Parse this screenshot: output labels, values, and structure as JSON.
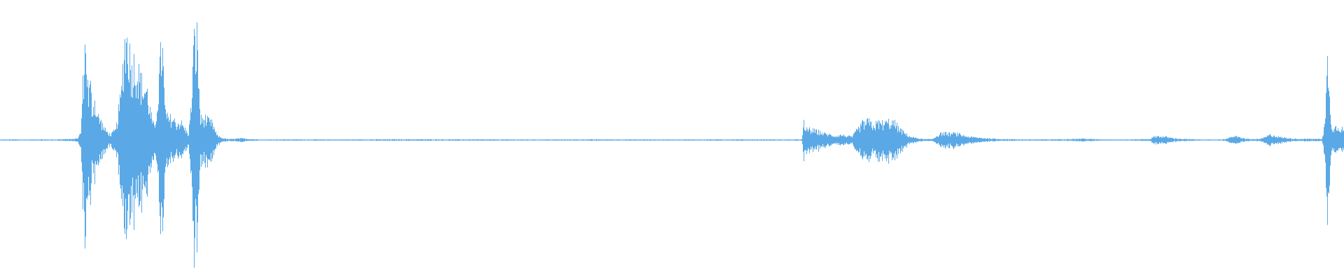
{
  "waveform": {
    "color": "#5aa9e6",
    "background": "#ffffff",
    "peaks": [
      [
        0.0,
        0.004
      ],
      [
        0.01,
        0.006
      ],
      [
        0.02,
        0.004
      ],
      [
        0.03,
        0.006
      ],
      [
        0.04,
        0.005
      ],
      [
        0.05,
        0.01
      ],
      [
        0.054,
        0.008
      ],
      [
        0.056,
        0.014
      ],
      [
        0.058,
        0.02
      ],
      [
        0.06,
        0.08
      ],
      [
        0.0625,
        0.84
      ],
      [
        0.064,
        0.95
      ],
      [
        0.0655,
        0.4
      ],
      [
        0.067,
        0.55
      ],
      [
        0.0685,
        0.3
      ],
      [
        0.07,
        0.42
      ],
      [
        0.072,
        0.25
      ],
      [
        0.075,
        0.18
      ],
      [
        0.078,
        0.1
      ],
      [
        0.082,
        0.05
      ],
      [
        0.086,
        0.1
      ],
      [
        0.09,
        0.45
      ],
      [
        0.0925,
        0.98
      ],
      [
        0.095,
        0.99
      ],
      [
        0.0975,
        0.7
      ],
      [
        0.1,
        0.76
      ],
      [
        0.103,
        0.64
      ],
      [
        0.106,
        0.52
      ],
      [
        0.109,
        0.5
      ],
      [
        0.112,
        0.25
      ],
      [
        0.115,
        0.1
      ],
      [
        0.118,
        0.55
      ],
      [
        0.1205,
        0.99
      ],
      [
        0.1225,
        0.3
      ],
      [
        0.125,
        0.2
      ],
      [
        0.128,
        0.22
      ],
      [
        0.131,
        0.16
      ],
      [
        0.134,
        0.18
      ],
      [
        0.137,
        0.12
      ],
      [
        0.14,
        0.05
      ],
      [
        0.142,
        0.3
      ],
      [
        0.144,
        0.92
      ],
      [
        0.1465,
        0.98
      ],
      [
        0.149,
        0.2
      ],
      [
        0.152,
        0.22
      ],
      [
        0.155,
        0.18
      ],
      [
        0.158,
        0.16
      ],
      [
        0.161,
        0.05
      ],
      [
        0.165,
        0.02
      ],
      [
        0.17,
        0.008
      ],
      [
        0.18,
        0.016
      ],
      [
        0.185,
        0.01
      ],
      [
        0.195,
        0.004
      ],
      [
        0.21,
        0.006
      ],
      [
        0.25,
        0.005
      ],
      [
        0.3,
        0.007
      ],
      [
        0.34,
        0.006
      ],
      [
        0.4,
        0.005
      ],
      [
        0.45,
        0.006
      ],
      [
        0.5,
        0.005
      ],
      [
        0.55,
        0.006
      ],
      [
        0.59,
        0.005
      ],
      [
        0.597,
        0.007
      ],
      [
        0.598,
        0.2
      ],
      [
        0.599,
        0.06
      ],
      [
        0.6,
        0.12
      ],
      [
        0.603,
        0.1
      ],
      [
        0.606,
        0.09
      ],
      [
        0.61,
        0.08
      ],
      [
        0.614,
        0.06
      ],
      [
        0.618,
        0.05
      ],
      [
        0.622,
        0.04
      ],
      [
        0.626,
        0.05
      ],
      [
        0.63,
        0.04
      ],
      [
        0.634,
        0.03
      ],
      [
        0.638,
        0.1
      ],
      [
        0.642,
        0.16
      ],
      [
        0.646,
        0.18
      ],
      [
        0.65,
        0.14
      ],
      [
        0.654,
        0.17
      ],
      [
        0.658,
        0.16
      ],
      [
        0.662,
        0.18
      ],
      [
        0.666,
        0.16
      ],
      [
        0.67,
        0.1
      ],
      [
        0.674,
        0.06
      ],
      [
        0.678,
        0.03
      ],
      [
        0.682,
        0.02
      ],
      [
        0.686,
        0.01
      ],
      [
        0.69,
        0.008
      ],
      [
        0.694,
        0.01
      ],
      [
        0.698,
        0.05
      ],
      [
        0.702,
        0.07
      ],
      [
        0.706,
        0.06
      ],
      [
        0.71,
        0.065
      ],
      [
        0.714,
        0.055
      ],
      [
        0.718,
        0.04
      ],
      [
        0.722,
        0.03
      ],
      [
        0.726,
        0.025
      ],
      [
        0.73,
        0.02
      ],
      [
        0.736,
        0.015
      ],
      [
        0.742,
        0.01
      ],
      [
        0.75,
        0.008
      ],
      [
        0.76,
        0.006
      ],
      [
        0.78,
        0.006
      ],
      [
        0.8,
        0.01
      ],
      [
        0.805,
        0.014
      ],
      [
        0.81,
        0.01
      ],
      [
        0.82,
        0.006
      ],
      [
        0.84,
        0.005
      ],
      [
        0.856,
        0.01
      ],
      [
        0.86,
        0.04
      ],
      [
        0.864,
        0.035
      ],
      [
        0.868,
        0.03
      ],
      [
        0.872,
        0.02
      ],
      [
        0.876,
        0.014
      ],
      [
        0.88,
        0.01
      ],
      [
        0.89,
        0.006
      ],
      [
        0.9,
        0.004
      ],
      [
        0.91,
        0.006
      ],
      [
        0.915,
        0.02
      ],
      [
        0.918,
        0.04
      ],
      [
        0.921,
        0.03
      ],
      [
        0.924,
        0.02
      ],
      [
        0.93,
        0.008
      ],
      [
        0.938,
        0.01
      ],
      [
        0.942,
        0.03
      ],
      [
        0.945,
        0.05
      ],
      [
        0.948,
        0.045
      ],
      [
        0.952,
        0.03
      ],
      [
        0.956,
        0.022
      ],
      [
        0.96,
        0.016
      ],
      [
        0.964,
        0.012
      ],
      [
        0.968,
        0.01
      ],
      [
        0.972,
        0.012
      ],
      [
        0.978,
        0.01
      ],
      [
        0.984,
        0.012
      ],
      [
        0.9865,
        0.2
      ],
      [
        0.9875,
        0.65
      ],
      [
        0.9885,
        0.82
      ],
      [
        0.9895,
        0.4
      ],
      [
        0.991,
        0.15
      ],
      [
        0.993,
        0.12
      ],
      [
        0.996,
        0.14
      ],
      [
        1.0,
        0.1
      ]
    ]
  }
}
